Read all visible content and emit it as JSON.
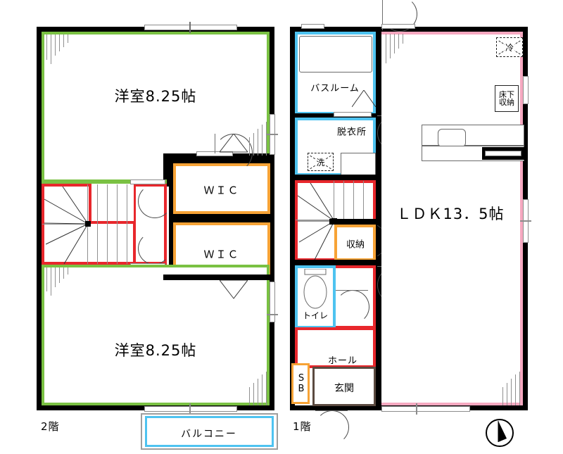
{
  "document": {
    "type": "residential-floor-plan",
    "language": "ja"
  },
  "floors": [
    {
      "id": "floor-2",
      "tag": "2階",
      "rooms": [
        {
          "name": "bedroom-north",
          "label": "洋室8.25帖",
          "border_color": "#7ac143"
        },
        {
          "name": "bedroom-south",
          "label": "洋室8.25帖",
          "border_color": "#7ac143"
        },
        {
          "name": "wic-upper",
          "label": "WIC",
          "border_color": "#f7a336"
        },
        {
          "name": "wic-lower",
          "label": "WIC",
          "border_color": "#f7a336"
        },
        {
          "name": "stairs-2f",
          "label": "",
          "border_color": "#e8272c"
        },
        {
          "name": "balcony",
          "label": "バルコニー",
          "border_color": "#4ec3f0"
        }
      ]
    },
    {
      "id": "floor-1",
      "tag": "1階",
      "rooms": [
        {
          "name": "bathroom",
          "label": "バスルーム",
          "border_color": "#4ec3f0"
        },
        {
          "name": "dressing-room",
          "label": "脱衣所",
          "border_color": "#4ec3f0"
        },
        {
          "name": "washer-slot",
          "label": "洗",
          "border_color": "#222222"
        },
        {
          "name": "ldk",
          "label": "ＬＤＫ13．5帖",
          "border_color": "#f6a8c0"
        },
        {
          "name": "refrigerator-slot",
          "label": "冷",
          "border_color": "#222222"
        },
        {
          "name": "underfloor-storage",
          "label": "床下\n収納",
          "border_color": "#222222"
        },
        {
          "name": "storage-closet",
          "label": "収納",
          "border_color": "#f7a336"
        },
        {
          "name": "toilet",
          "label": "トイレ",
          "border_color": "#4ec3f0"
        },
        {
          "name": "hall",
          "label": "ホール",
          "border_color": "#e8272c"
        },
        {
          "name": "entrance",
          "label": "玄関",
          "border_color": "#5b4a40"
        },
        {
          "name": "shoe-box",
          "label": "SB",
          "border_color": "#f7a336"
        },
        {
          "name": "stairs-1f",
          "label": "",
          "border_color": "#e8272c"
        }
      ]
    }
  ],
  "labels": {
    "bedroom_north": "洋室8.25帖",
    "bedroom_south": "洋室8.25帖",
    "wic_upper": "ＷＩＣ",
    "wic_lower": "ＷＩＣ",
    "balcony": "バルコニー",
    "floor2_tag": "2階",
    "bathroom": "バスルーム",
    "dressing": "脱衣所",
    "washer": "洗",
    "ldk": "ＬＤＫ13．5帖",
    "fridge": "冷",
    "underfloor_1": "床下",
    "underfloor_2": "収納",
    "storage": "収納",
    "toilet": "トイレ",
    "hall": "ホール",
    "entrance": "玄関",
    "shoe_box_1": "S",
    "shoe_box_2": "B",
    "floor1_tag": "1階"
  },
  "colors": {
    "wall": "#000000",
    "green": "#7ac143",
    "orange": "#f7a336",
    "red": "#e8272c",
    "blue": "#4ec3f0",
    "pink": "#f6a8c0",
    "brown": "#5b4a40",
    "window_gray": "#8c8c8c"
  },
  "compass": {
    "name": "north-arrow",
    "direction": "north"
  }
}
